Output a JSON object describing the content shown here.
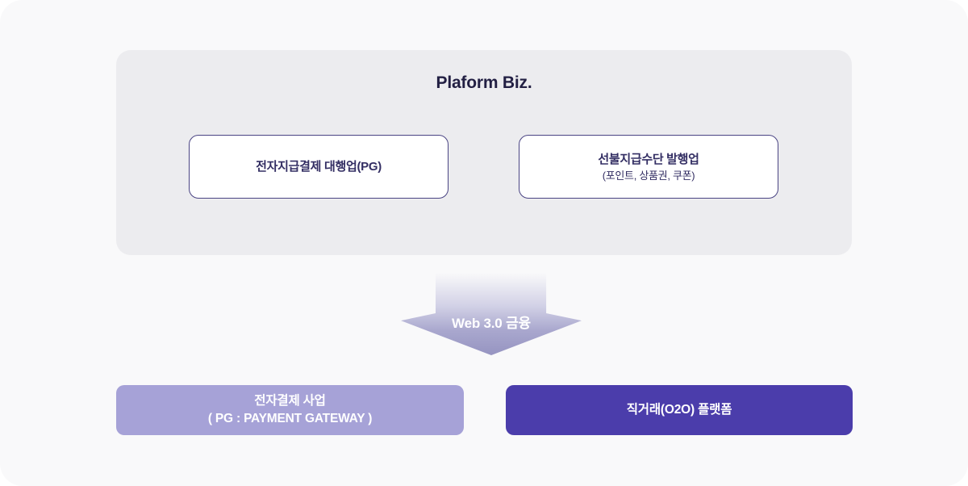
{
  "platform": {
    "title": "Plaform Biz.",
    "boxes": [
      {
        "label": "전자지급결제 대행업(PG)"
      },
      {
        "label": "선불지급수단 발행업",
        "sublabel": "(포인트, 상품권, 쿠폰)"
      }
    ]
  },
  "arrow": {
    "label": "Web 3.0 금융"
  },
  "bottom": {
    "pg": {
      "line1": "전자결제 사업",
      "line2": "( PG : PAYMENT GATEWAY )"
    },
    "o2o": {
      "line1": "직거래(O2O) 플랫폼"
    }
  },
  "colors": {
    "page_bg": "#f9f9fa",
    "panel_bg": "#ececef",
    "pill_border": "#4a4483",
    "pill_text": "#332e63",
    "title_text": "#221f43",
    "arrow_fill": "#9694c1",
    "arrow_text": "#ffffff",
    "bottom_left_bg": "#a6a2d7",
    "bottom_right_bg": "#4b3dab",
    "bottom_text": "#ffffff"
  }
}
